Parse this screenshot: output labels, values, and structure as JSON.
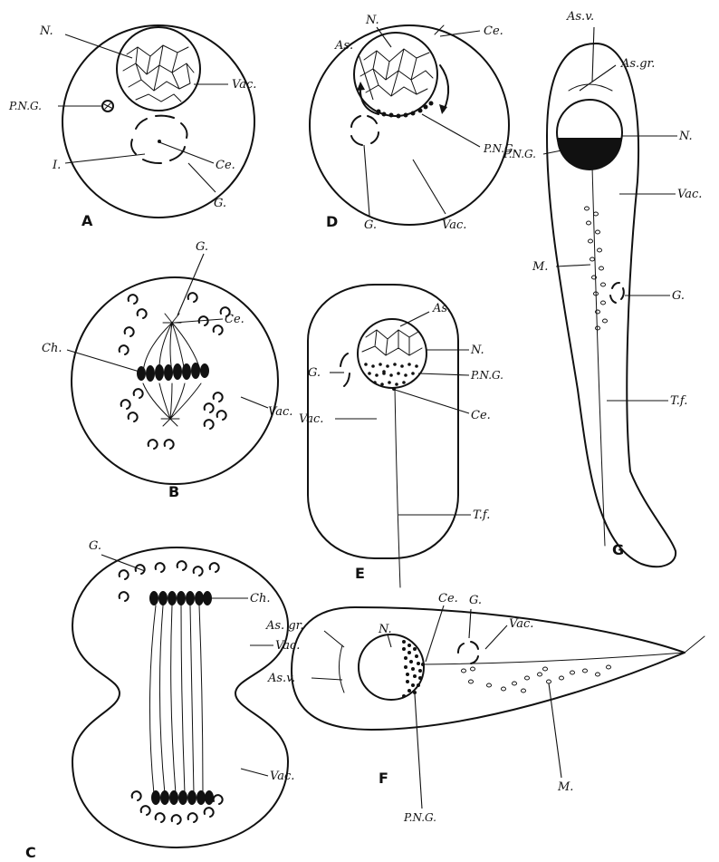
{
  "figure_letters": {
    "a": "A",
    "b": "B",
    "c": "C",
    "d": "D",
    "e": "E",
    "f": "F",
    "g": "G"
  },
  "labels": {
    "a": {
      "n": "N.",
      "png": "P.N.G.",
      "vac": "Vac.",
      "i": "I.",
      "ce": "Ce.",
      "g": "G."
    },
    "b": {
      "g": "G.",
      "ce": "Ce.",
      "ch": "Ch.",
      "vac": "Vac."
    },
    "c": {
      "g": "G.",
      "ch": "Ch.",
      "vac_top": "Vac.",
      "vac_bottom": "Vac."
    },
    "d": {
      "n": "N.",
      "ce": "Ce.",
      "as": "As.",
      "png": "P.N.G.",
      "g": "G.",
      "vac": "Vac."
    },
    "e": {
      "as": "As.",
      "g": "G.",
      "n": "N.",
      "png": "P.N.G.",
      "ce": "Ce.",
      "vac": "Vac.",
      "tf": "T.f."
    },
    "f": {
      "n": "N.",
      "ce": "Ce.",
      "g": "G.",
      "vac": "Vac.",
      "as_gr": "As. gr.",
      "as_v": "As.v.",
      "m": "M.",
      "png": "P.N.G."
    },
    "g": {
      "as_v": "As.v.",
      "as_gr": "As.gr.",
      "n": "N.",
      "png": "P.N.G.",
      "vac": "Vac.",
      "m": "M.",
      "g": "G.",
      "tf": "T.f."
    }
  }
}
